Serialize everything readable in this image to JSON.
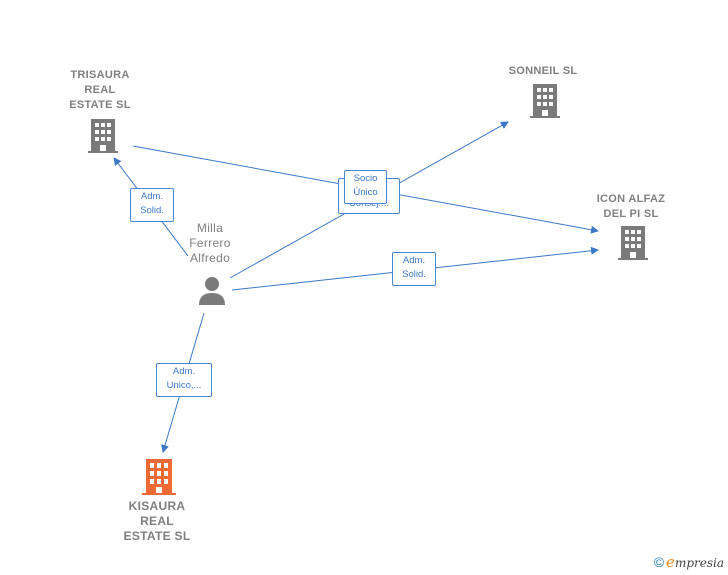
{
  "nodes": {
    "trisaura": {
      "label": "TRISAURA\nREAL\nESTATE  SL"
    },
    "sonneil": {
      "label": "SONNEIL  SL"
    },
    "icon_alfaz": {
      "label": "ICON ALFAZ\nDEL PI  SL"
    },
    "person": {
      "label": "Milla\nFerrero\nAlfredo"
    },
    "kisaura": {
      "label": "KISAURA\nREAL\nESTATE  SL"
    }
  },
  "edges": {
    "person_trisaura": "Adm.\nSolid.",
    "person_sonneil_back": "Consej....",
    "person_sonneil": "Socio\nÚnico",
    "person_icon": "Adm.\nSolid.",
    "person_kisaura": "Adm.\nUnico,..."
  },
  "colors": {
    "edge": "#3c78c8",
    "building": "#7a7a7a",
    "focus_building": "#f06a35"
  },
  "footer": {
    "copyright": "©",
    "brand_initial": "e",
    "brand_rest": "mpresia"
  }
}
